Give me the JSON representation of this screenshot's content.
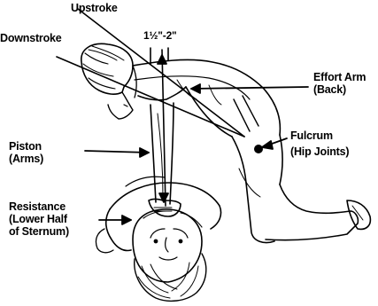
{
  "labels": {
    "upstroke": "Upstroke",
    "downstroke": "Downstroke",
    "measure": "1½\"-2\"",
    "effort_arm": [
      "Effort Arm",
      "(Back)"
    ],
    "fulcrum": [
      "Fulcrum",
      "(Hip Joints)"
    ],
    "piston": [
      "Piston",
      "(Arms)"
    ],
    "resistance": [
      "Resistance",
      "(Lower Half",
      "of Sternum)"
    ]
  },
  "colors": {
    "ink": "#000000",
    "paper": "#ffffff"
  }
}
